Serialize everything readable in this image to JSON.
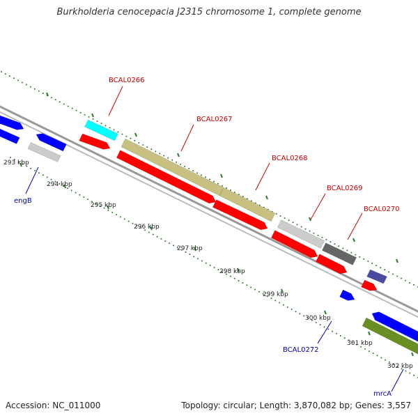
{
  "title": "Burkholderia cenocepacia J2315 chromosome 1, complete genome",
  "footer": {
    "accession": "Accession: NC_011000",
    "summary": "Topology: circular; Length: 3,870,082 bp; Genes: 3,557"
  },
  "colors": {
    "red": "#ff0000",
    "blue": "#0000ff",
    "cyan": "#00ffff",
    "olive": "#c8c080",
    "green": "#6a8e22",
    "navy": "#4a4aa0",
    "lightgray": "#cccccc",
    "darkgray": "#666666",
    "backbone": "#999999",
    "tick": "#2a7a2a",
    "label_red": "#cc0000",
    "label_blue": "#0000aa"
  },
  "kbp_labels": [
    "293 kbp",
    "294 kbp",
    "295 kbp",
    "296 kbp",
    "297 kbp",
    "298 kbp",
    "299 kbp",
    "300 kbp",
    "301 kbp",
    "302 kbp"
  ],
  "genes": [
    {
      "name": "engB",
      "color": "label_blue"
    },
    {
      "name": "BCAL0266",
      "color": "label_red"
    },
    {
      "name": "BCAL0267",
      "color": "label_red"
    },
    {
      "name": "BCAL0268",
      "color": "label_red"
    },
    {
      "name": "BCAL0269",
      "color": "label_red"
    },
    {
      "name": "BCAL0270",
      "color": "label_red"
    },
    {
      "name": "BCAL0272",
      "color": "label_blue"
    },
    {
      "name": "mrcA",
      "color": "label_blue"
    }
  ]
}
